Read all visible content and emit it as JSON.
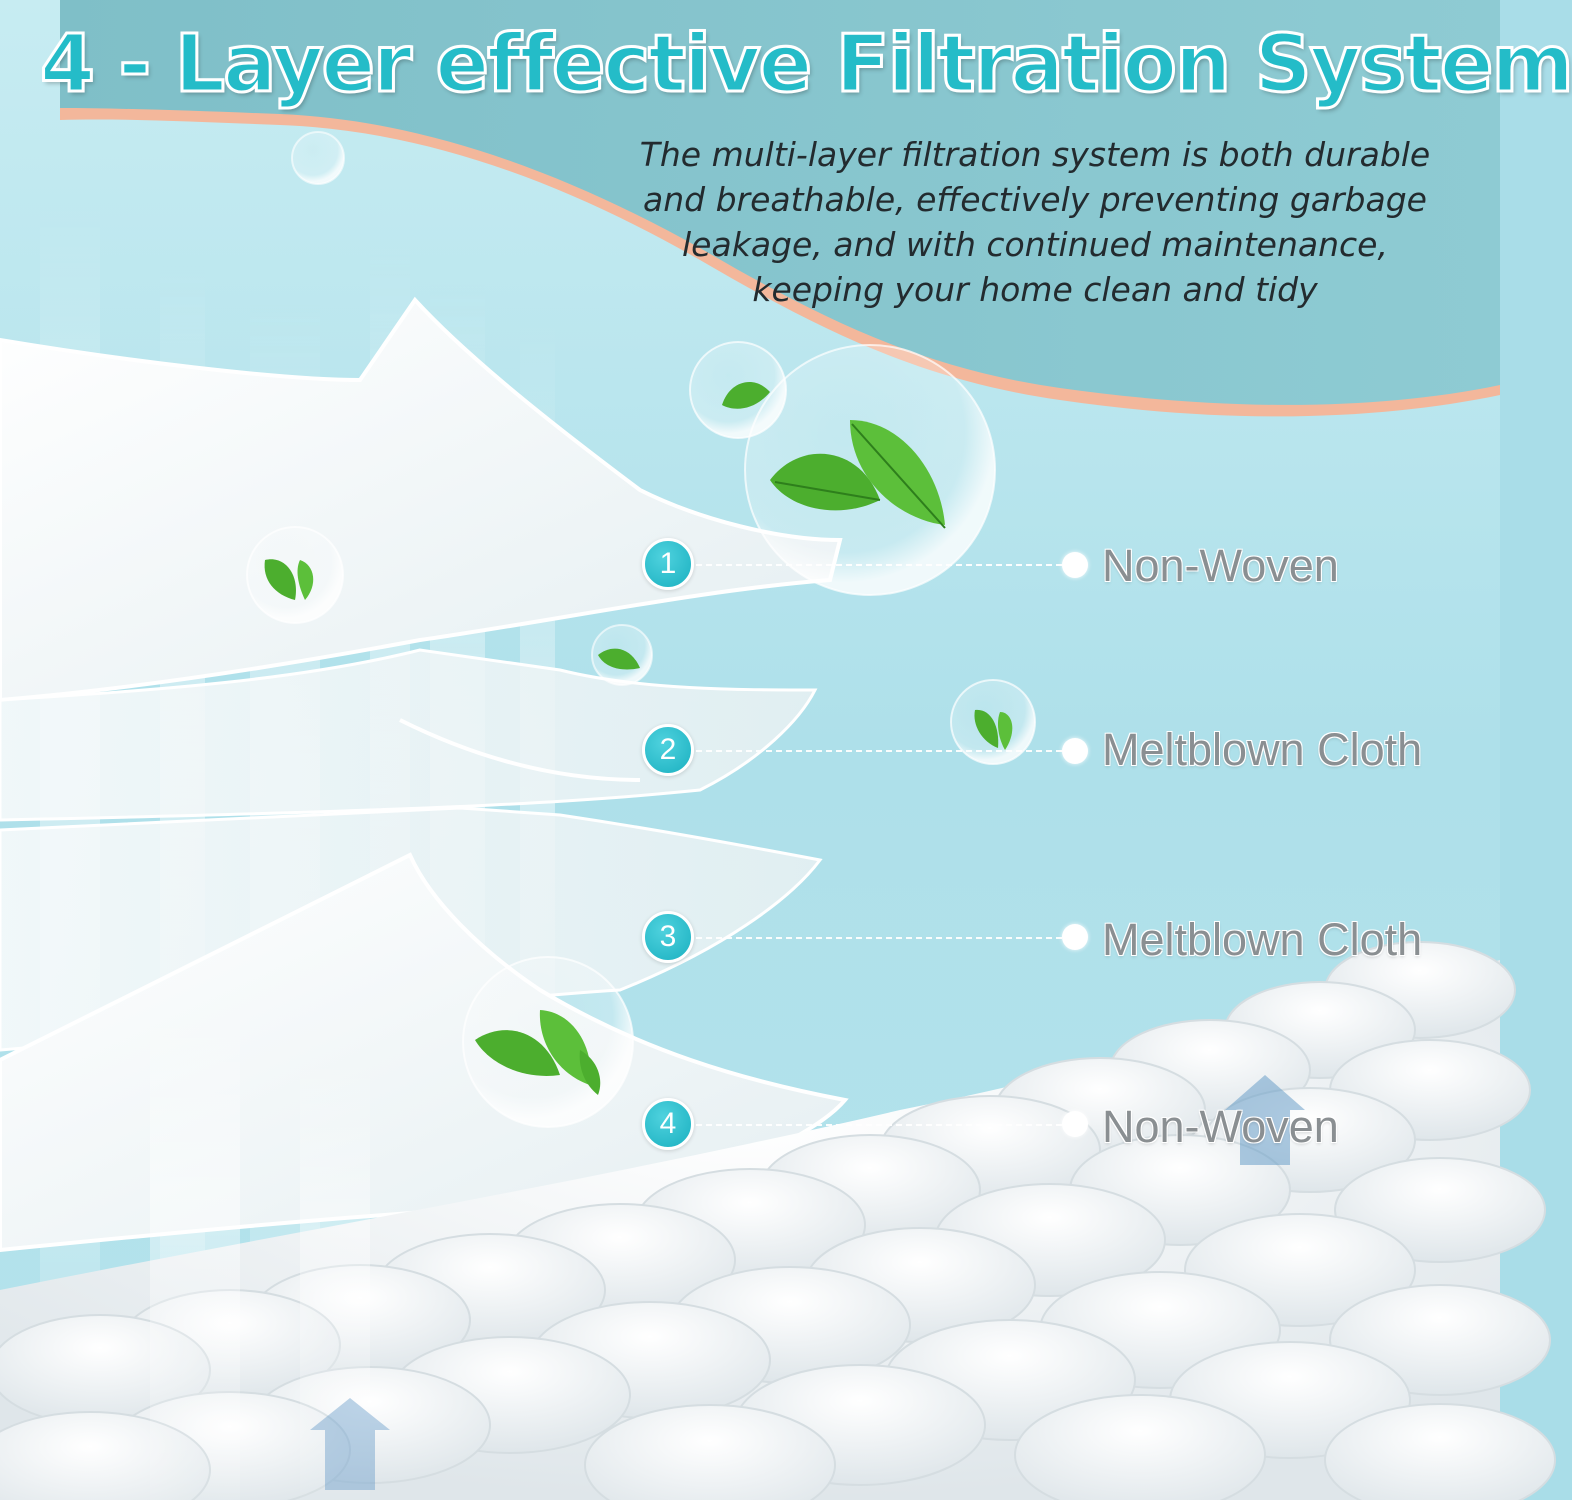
{
  "heading": {
    "title": "4 - Layer effective Filtration System",
    "description_lines": [
      "The multi-layer filtration system is both durable",
      "and breathable, effectively preventing garbage",
      "leakage, and with continued maintenance,",
      "keeping your home clean and tidy"
    ]
  },
  "layers": [
    {
      "number": "1",
      "label": "Non-Woven"
    },
    {
      "number": "2",
      "label": "Meltblown Cloth"
    },
    {
      "number": "3",
      "label": "Meltblown Cloth"
    },
    {
      "number": "4",
      "label": "Non-Woven"
    }
  ],
  "colors": {
    "accent": "#24bcc8",
    "background": "#a9dde8",
    "banner": "#86c4cc",
    "banner_edge": "#f2b69a",
    "label_text": "#8a8f92",
    "leaf": "#4cae2e"
  },
  "icons": [
    "leaf-bubble-icon",
    "up-arrow-icon"
  ]
}
